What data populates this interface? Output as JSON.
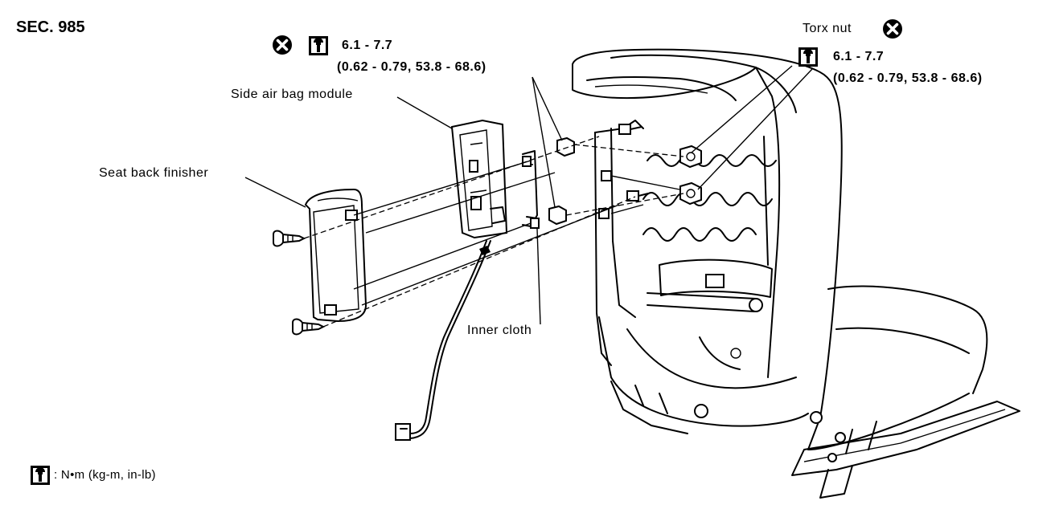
{
  "section": {
    "label": "SEC. 985"
  },
  "left_torque": {
    "value": "6.1 - 7.7",
    "converted": "(0.62 - 0.79, 53.8 - 68.6)"
  },
  "right_torque": {
    "name": "Torx nut",
    "value": "6.1 - 7.7",
    "converted": "(0.62 - 0.79, 53.8 - 68.6)"
  },
  "parts": {
    "side_air_bag_module": "Side air bag module",
    "seat_back_finisher": "Seat back finisher",
    "inner_cloth": "Inner cloth"
  },
  "legend": {
    "units": ": N•m (kg-m, in-lb)"
  },
  "icons": [
    "do-not-reuse-icon",
    "torque-wrench-icon"
  ]
}
